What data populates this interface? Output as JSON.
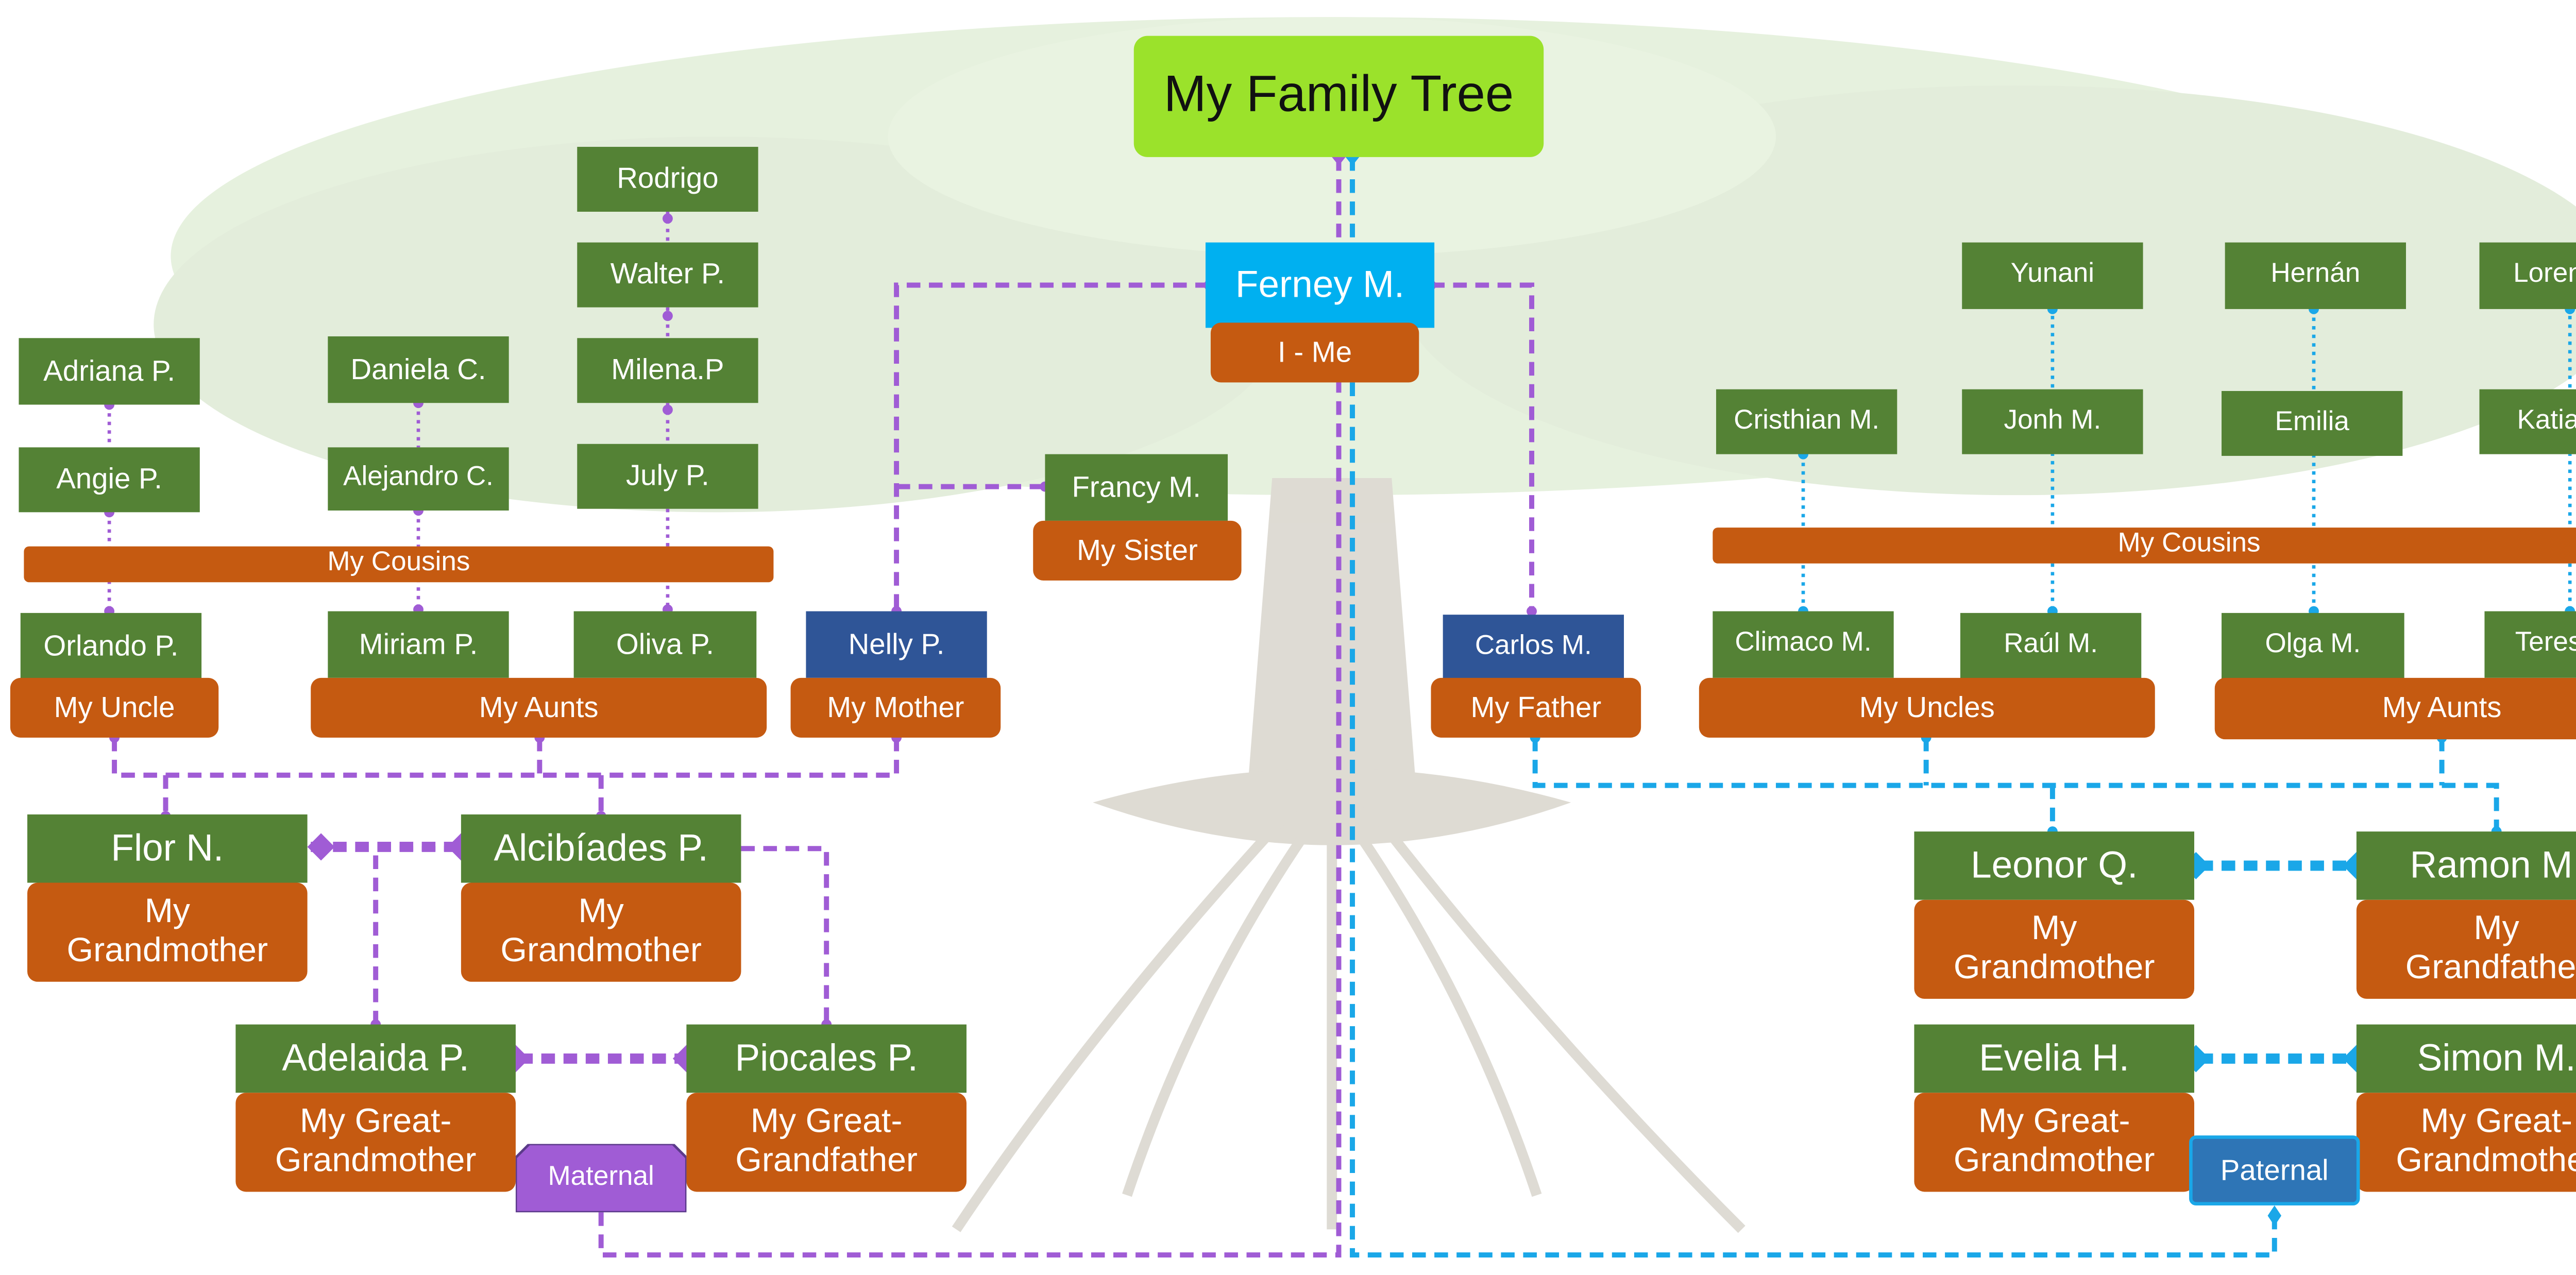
{
  "title": "My Family Tree",
  "colors": {
    "maternal": "#a05cd5",
    "paternal": "#1aa7e8",
    "person": "#548235",
    "role": "#c55a11",
    "parent": "#2f5597",
    "self": "#00b0f0",
    "title": "#9be22b"
  },
  "me": {
    "name": "Ferney M.",
    "role": "I - Me"
  },
  "sister": {
    "name": "Francy M.",
    "role": "My Sister"
  },
  "maternal": {
    "label": "Maternal",
    "mother": {
      "name": "Nelly P.",
      "role": "My Mother"
    },
    "uncle": {
      "name": "Orlando P.",
      "role": "My Uncle"
    },
    "aunts": {
      "names": [
        "Miriam P.",
        "Oliva P."
      ],
      "role": "My Aunts"
    },
    "cousins_label": "My Cousins",
    "cousins": [
      "Adriana P.",
      "Angie P.",
      "Daniela C.",
      "Alejandro C.",
      "Rodrigo",
      "Walter P.",
      "Milena.P",
      "July P."
    ],
    "grandmother1": {
      "name": "Flor N.",
      "role": "My\nGrandmother"
    },
    "grandmother2": {
      "name": "Alcibíades P.",
      "role": "My\nGrandmother"
    },
    "great_grandmother": {
      "name": "Adelaida P.",
      "role": "My Great-\nGrandmother"
    },
    "great_grandfather": {
      "name": "Piocales P.",
      "role": "My Great-\nGrandfather"
    }
  },
  "paternal": {
    "label": "Paternal",
    "father": {
      "name": "Carlos M.",
      "role": "My Father"
    },
    "uncles": {
      "names": [
        "Climaco M.",
        "Raúl M."
      ],
      "role": "My Uncles"
    },
    "aunts": {
      "names": [
        "Olga M.",
        "Teresa M."
      ],
      "role": "My Aunts"
    },
    "cousins_label": "My Cousins",
    "cousins": [
      "Cristhian M.",
      "Yunani",
      "Jonh M.",
      "Hernán",
      "Emilia",
      "Lorena T.",
      "Katian T."
    ],
    "grandmother": {
      "name": "Leonor Q.",
      "role": "My\nGrandmother"
    },
    "grandfather": {
      "name": "Ramon M.",
      "role": "My\nGrandfather"
    },
    "great_grandmother1": {
      "name": "Evelia H.",
      "role": "My Great-\nGrandmother"
    },
    "great_grandmother2": {
      "name": "Simon M.",
      "role": "My Great-\nGrandmother"
    }
  }
}
